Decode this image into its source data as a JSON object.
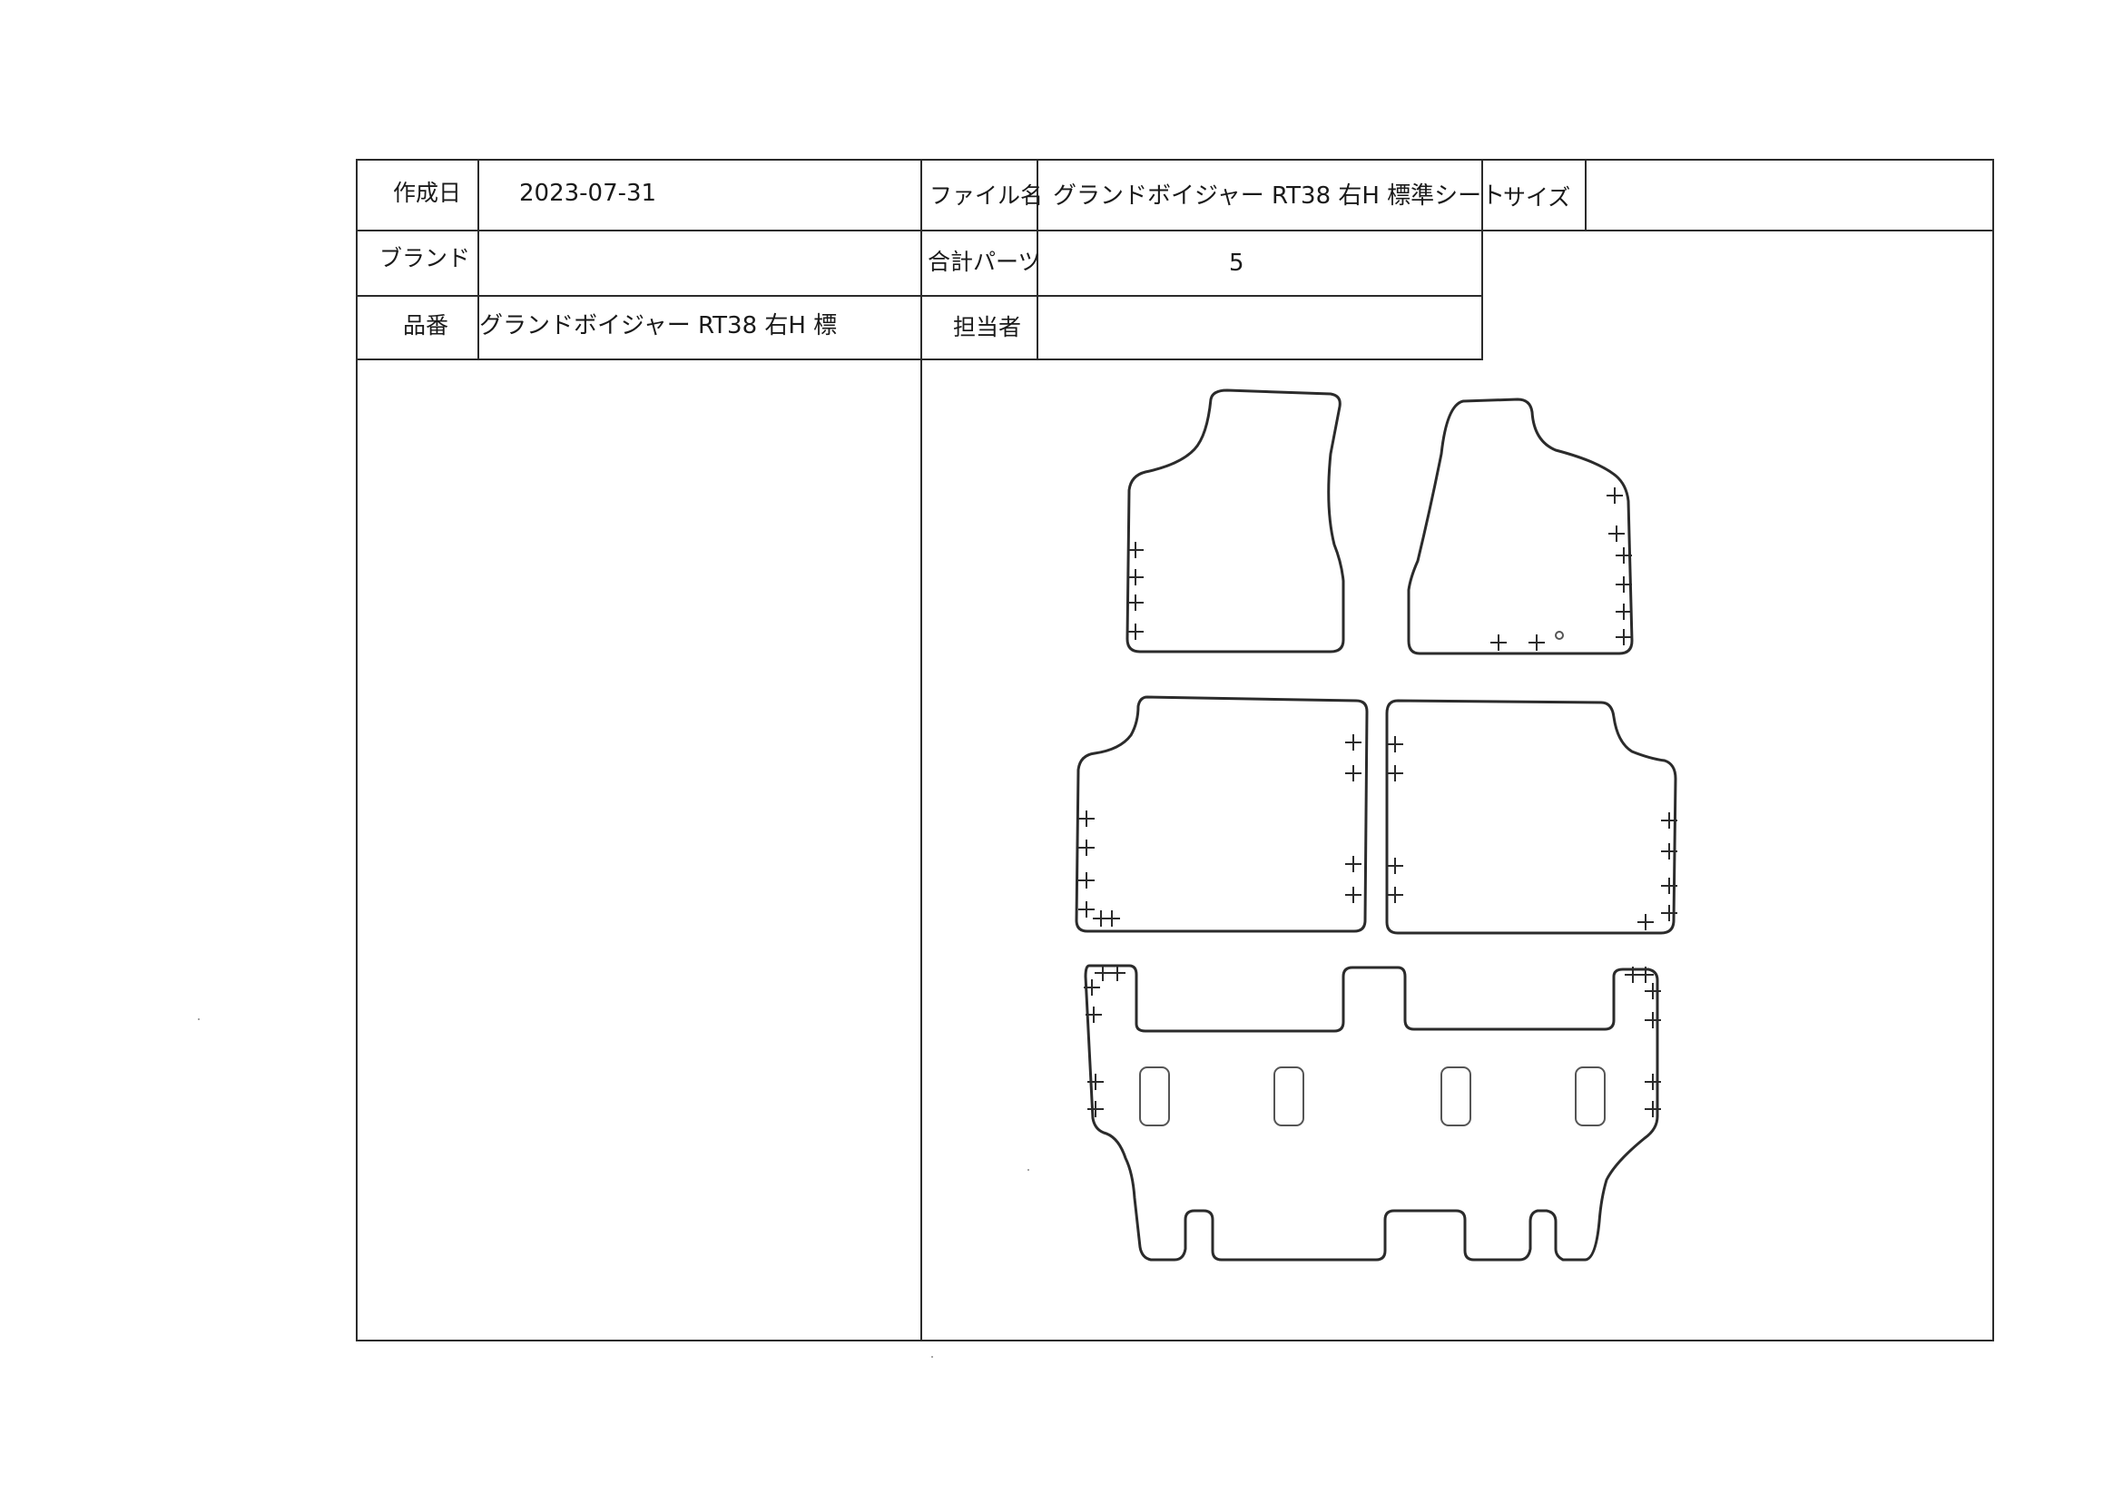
{
  "header": {
    "created_label": "作成日",
    "created_value": "2023-07-31",
    "filename_label": "ファイル名",
    "filename_value": "グランドボイジャー RT38 右H 標準シート",
    "size_label": "サイズ",
    "size_value": "",
    "brand_label": "ブランド",
    "brand_value": "",
    "parts_label": "合計パーツ",
    "parts_value": "5",
    "part_no_label": "品番",
    "part_no_value": "グランドボイジャー RT38 右H 標",
    "person_label": "担当者",
    "person_value": ""
  },
  "drawing": {
    "part_count": 5,
    "parts": [
      "front-left-mat",
      "front-right-mat",
      "second-row-left-mat",
      "second-row-right-mat",
      "third-row-mat"
    ]
  }
}
